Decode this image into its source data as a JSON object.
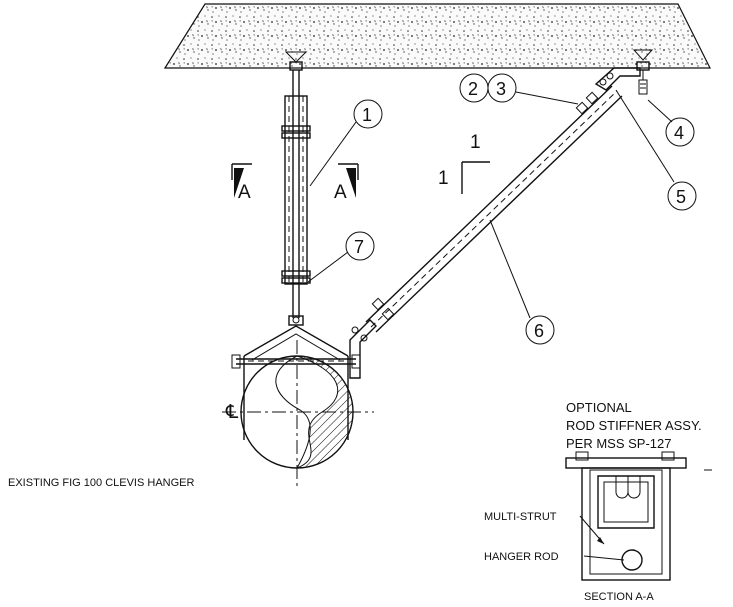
{
  "callouts": {
    "c1": "1",
    "c2": "2",
    "c3": "3",
    "c4": "4",
    "c5": "5",
    "c6": "6",
    "c7": "7"
  },
  "section_markers": {
    "left": "A",
    "right": "A"
  },
  "slope": {
    "rise": "1",
    "run": "1"
  },
  "centerline_symbol": "℄",
  "labels": {
    "existing_hanger": "EXISTING FIG 100 CLEVIS HANGER",
    "optional_line1": "OPTIONAL",
    "optional_line2": "ROD STIFFNER ASSY.",
    "optional_line3": "PER MSS SP-127",
    "multi_strut": "MULTI-STRUT",
    "hanger_rod": "HANGER ROD",
    "section_title": "SECTION A-A",
    "dash_mark": "–"
  }
}
